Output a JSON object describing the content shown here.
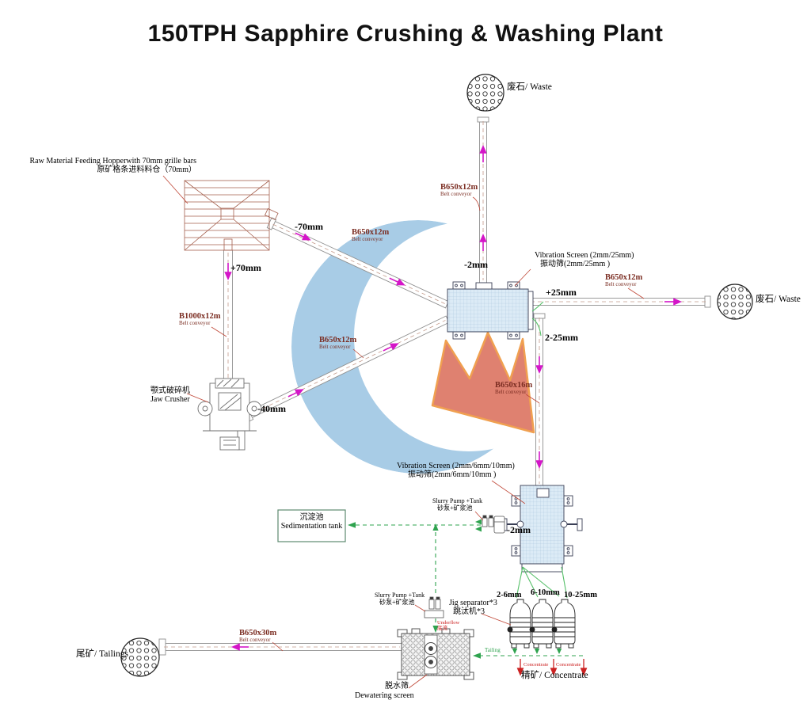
{
  "title": "150TPH Sapphire  Crushing & Washing Plant",
  "equipment": {
    "hopper": {
      "en": "Raw Material Feeding Hopperwith 70mm grille bars",
      "zh": "原矿格条进料料仓（70mm）"
    },
    "jaw_crusher": {
      "zh": "颚式破碎机",
      "en": "Jaw Crusher"
    },
    "vibration_screen_1": {
      "en": "Vibration Screen (2mm/25mm)",
      "zh": "振动筛(2mm/25mm )"
    },
    "vibration_screen_2": {
      "en": "Vibration Screen (2mm/6mm/10mm)",
      "zh": "振动筛(2mm/6mm/10mm )"
    },
    "sedimentation_tank": {
      "zh": "沉淀池",
      "en": "Sedimentation tank"
    },
    "slurry_pump_1": {
      "en": "Slurry Pump +Tank",
      "zh": "砂泵+矿浆池"
    },
    "slurry_pump_2": {
      "en": "Slurry Pump +Tank",
      "zh": "砂泵+矿浆池"
    },
    "jig_separator": {
      "en": "Jig separator*3",
      "zh": "跳汰机*3"
    },
    "dewatering_screen": {
      "zh": "脱水筛",
      "en": "Dewatering screen"
    }
  },
  "conveyors": {
    "hopper_to_screen1": {
      "spec": "B650x12m",
      "type": "Belt conveyor"
    },
    "screen1_to_top_waste": {
      "spec": "B650x12m",
      "type": "Belt conveyor"
    },
    "hopper_to_jaw": {
      "spec": "B1000x12m",
      "type": "Belt conveyor"
    },
    "jaw_to_screen1": {
      "spec": "B650x12m",
      "type": "Belt conveyor"
    },
    "screen1_to_right_waste": {
      "spec": "B650x12m",
      "type": "Belt conveyor"
    },
    "screen1_to_screen2": {
      "spec": "B650x16m",
      "type": "Belt conveyor"
    },
    "dewatering_to_tailings": {
      "spec": "B650x30m",
      "type": "Belt conveyor"
    }
  },
  "flows": {
    "minus_70mm": "-70mm",
    "plus_70mm": "+70mm",
    "minus_40mm": "-40mm",
    "minus_2mm_screen1": "-2mm",
    "plus_25mm": "+25mm",
    "range_2_25mm": "2-25mm",
    "minus_2mm_screen2": "-2mm",
    "size_2_6mm": "2-6mm",
    "size_6_10mm": "6-10mm",
    "size_10_25mm": "10-25mm"
  },
  "outputs": {
    "waste_top": "废石/ Waste",
    "waste_right": "废石/ Waste",
    "tailings": "尾矿/ Tailings",
    "concentrate": "精矿/ Concentrate",
    "concentrate_flow": "Concentrate",
    "tailing_flow": "Tailing",
    "underflow_en": "Underflow",
    "underflow_zh": "底流"
  },
  "colors": {
    "flow_arrow": "#d416c8",
    "water_flow": "#2fa34f",
    "concentrate_flow": "#cc2222",
    "callout_line": "#c04838",
    "watermark_blue": "#a8cce6",
    "watermark_red": "#df8170",
    "screen_fill": "#dcebf6"
  }
}
